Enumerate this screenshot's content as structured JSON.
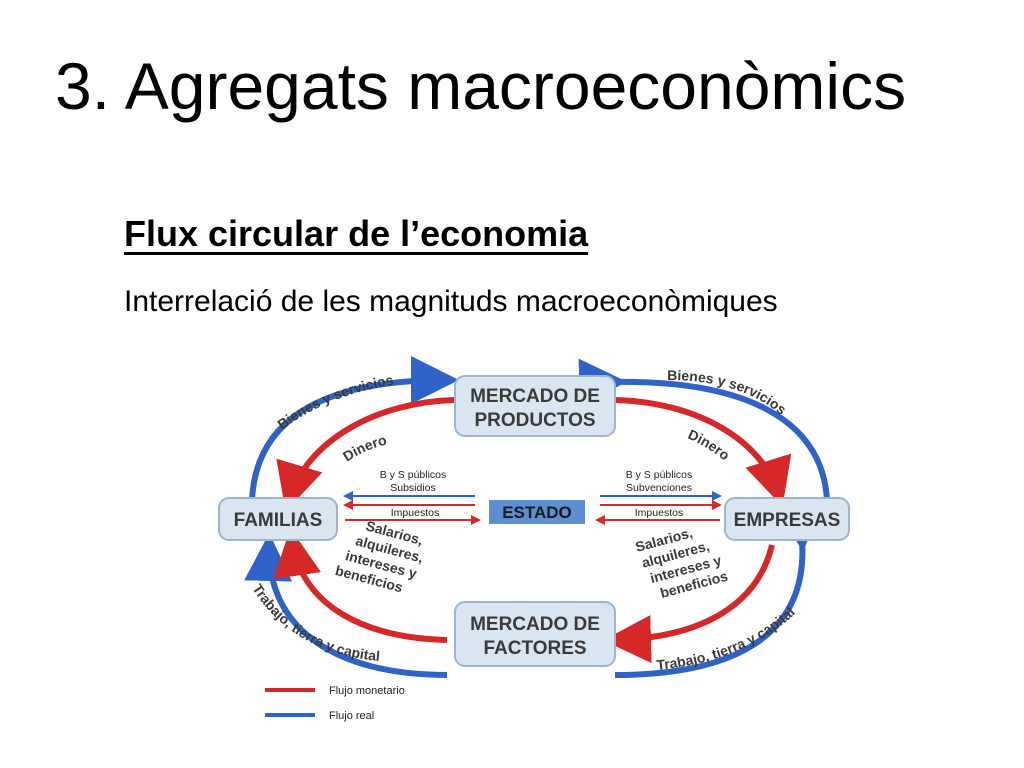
{
  "slide": {
    "title": "3. Agregats macroeconòmics",
    "subtitle": "Flux circular de l’economia",
    "description": "Interrelació de les magnituds macroeconòmiques"
  },
  "diagram": {
    "nodes": {
      "mercado_productos": [
        "MERCADO DE",
        "PRODUCTOS"
      ],
      "mercado_factores": [
        "MERCADO DE",
        "FACTORES"
      ],
      "familias": "FAMILIAS",
      "empresas": "EMPRESAS",
      "estado": "ESTADO"
    },
    "flows": {
      "bienes_servicios_left": "Bienes y servicios",
      "bienes_servicios_right": "Bienes y servicios",
      "dinero_left": "Dinero",
      "dinero_right": "Dinero",
      "trabajo_left": "Trabajo, tierra y capital",
      "trabajo_right": "Trabajo, tierra y capital",
      "salarios_left": [
        "Salarios,",
        "alquileres,",
        "intereses y",
        "beneficios"
      ],
      "salarios_right": [
        "Salarios,",
        "alquileres,",
        "intereses y",
        "beneficios"
      ]
    },
    "estado_flows": {
      "left_top": [
        "B y S públicos",
        "Subsidios"
      ],
      "left_bottom": "Impuestos",
      "right_top": [
        "B y S públicos",
        "Subvenciones"
      ],
      "right_bottom": "Impuestos"
    },
    "legend": [
      {
        "label": "Flujo monetario",
        "color": "#d62828"
      },
      {
        "label": "Flujo real",
        "color": "#2f63c7"
      }
    ],
    "colors": {
      "monetary": "#d62828",
      "real": "#2f63c7",
      "node_fill": "#d9e6f2",
      "estado_fill": "#5b8fd1"
    }
  }
}
